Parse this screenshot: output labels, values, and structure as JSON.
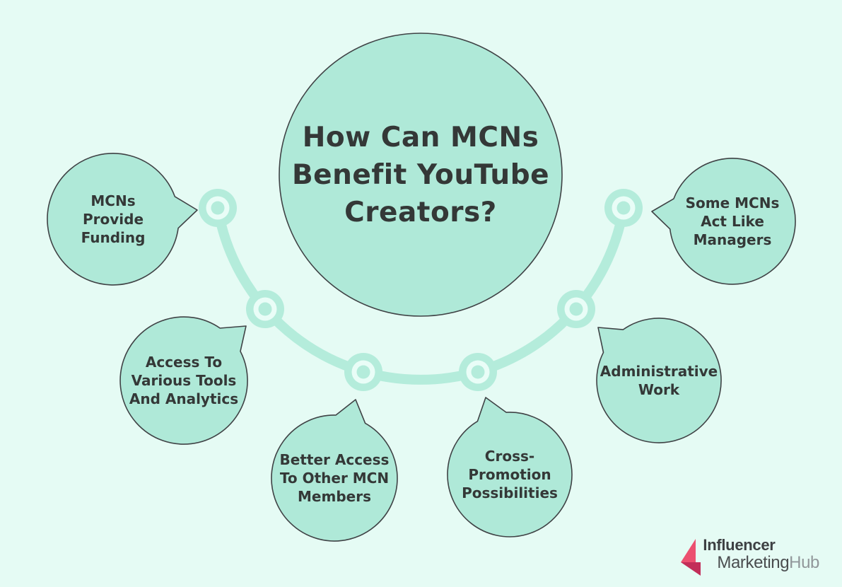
{
  "diagram": {
    "title": {
      "full": "How Can MCNs Benefit YouTube Creators?",
      "lines": [
        "How Can MCNs",
        "Benefit YouTube",
        "Creators?"
      ]
    },
    "benefits": [
      {
        "label": "MCNs Provide Funding",
        "lines": [
          "MCNs",
          "Provide",
          "Funding"
        ]
      },
      {
        "label": "Access To Various Tools And Analytics",
        "lines": [
          "Access To",
          "Various Tools",
          "And Analytics"
        ]
      },
      {
        "label": "Better Access To Other MCN Members",
        "lines": [
          "Better Access",
          "To Other MCN",
          "Members"
        ]
      },
      {
        "label": "Cross-Promotion Possibilities",
        "lines": [
          "Cross-",
          "Promotion",
          "Possibilities"
        ]
      },
      {
        "label": "Administrative Work",
        "lines": [
          "Administrative",
          "Work"
        ]
      },
      {
        "label": "Some MCNs Act Like Managers",
        "lines": [
          "Some MCNs",
          "Act Like",
          "Managers"
        ]
      }
    ],
    "colors": {
      "background": "#e5fbf4",
      "bubble_fill": "#afe9d8",
      "connector": "#b4ecdb",
      "node_inner_ring": "#e9fdf7",
      "outline": "#3f4245",
      "text": "#343837"
    }
  },
  "branding": {
    "icon": "influencer-marketinghub-logo",
    "name_top": "Influencer",
    "name_bottom_dark": "Marketing",
    "name_bottom_light": "Hub",
    "colors": {
      "pink_light": "#ec5070",
      "pink_dark": "#c22e59"
    }
  }
}
